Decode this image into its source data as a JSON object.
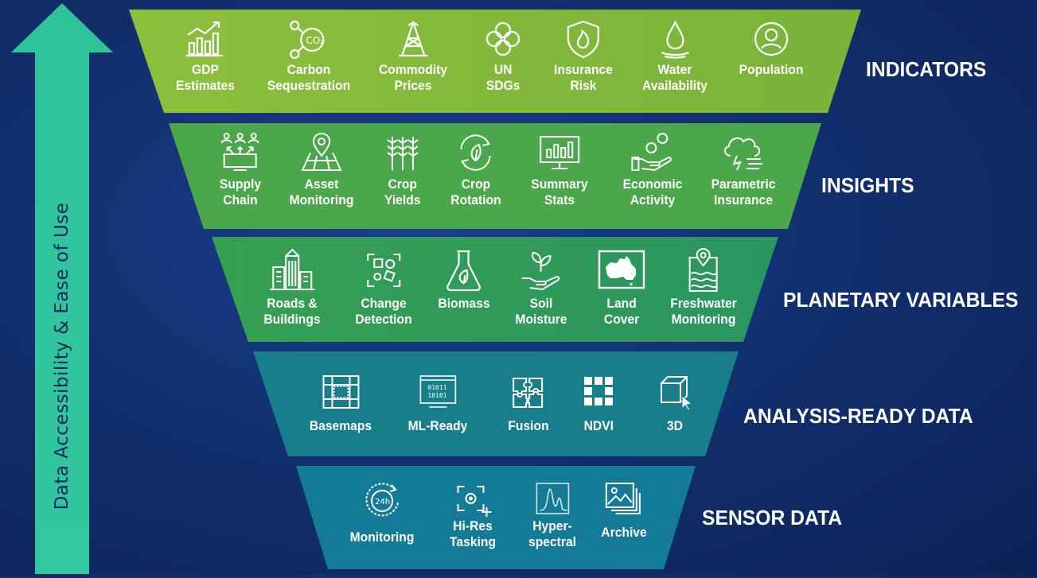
{
  "axis_label": "Data Accessibility & Ease of Use",
  "colors": {
    "indicators": "#7fb53a",
    "insights": "#4aa44a",
    "planetary": "#2f9a56",
    "analysis": "#167f88",
    "sensor": "#137b96",
    "arrow": "#2fc39a"
  },
  "tiers": [
    {
      "title": "INDICATORS",
      "items": [
        {
          "label": "GDP\nEstimates",
          "icon": "bar-chart-growth-icon"
        },
        {
          "label": "Carbon\nSequestration",
          "icon": "co2-molecule-icon"
        },
        {
          "label": "Commodity\nPrices",
          "icon": "oil-derrick-icon"
        },
        {
          "label": "UN\nSDGs",
          "icon": "sdg-wheel-icon"
        },
        {
          "label": "Insurance\nRisk",
          "icon": "shield-flame-icon"
        },
        {
          "label": "Water\nAvailability",
          "icon": "water-drop-icon"
        },
        {
          "label": "Population",
          "icon": "person-circle-icon"
        }
      ]
    },
    {
      "title": "INSIGHTS",
      "items": [
        {
          "label": "Supply\nChain",
          "icon": "supply-chain-icon"
        },
        {
          "label": "Asset\nMonitoring",
          "icon": "map-pin-icon"
        },
        {
          "label": "Crop\nYields",
          "icon": "wheat-icon"
        },
        {
          "label": "Crop\nRotation",
          "icon": "leaf-cycle-icon"
        },
        {
          "label": "Summary\nStats",
          "icon": "monitor-chart-icon"
        },
        {
          "label": "Economic\nActivity",
          "icon": "hand-coins-icon"
        },
        {
          "label": "Parametric\nInsurance",
          "icon": "storm-cloud-icon"
        }
      ]
    },
    {
      "title": "PLANETARY VARIABLES",
      "items": [
        {
          "label": "Roads &\nBuildings",
          "icon": "buildings-icon"
        },
        {
          "label": "Change\nDetection",
          "icon": "change-detection-icon"
        },
        {
          "label": "Biomass",
          "icon": "flask-leaf-icon"
        },
        {
          "label": "Soil\nMoisture",
          "icon": "hand-plant-icon"
        },
        {
          "label": "Land\nCover",
          "icon": "australia-map-icon"
        },
        {
          "label": "Freshwater\nMonitoring",
          "icon": "water-pin-icon"
        }
      ]
    },
    {
      "title": "ANALYSIS-READY DATA",
      "items": [
        {
          "label": "Basemaps",
          "icon": "grid-map-icon"
        },
        {
          "label": "ML-Ready",
          "icon": "binary-window-icon"
        },
        {
          "label": "Fusion",
          "icon": "puzzle-icon"
        },
        {
          "label": "NDVI",
          "icon": "ndvi-grid-icon"
        },
        {
          "label": "3D",
          "icon": "cube-cursor-icon"
        }
      ]
    },
    {
      "title": "SENSOR DATA",
      "items": [
        {
          "label": "Monitoring",
          "icon": "clock-24h-icon"
        },
        {
          "label": "Hi-Res\nTasking",
          "icon": "target-frame-icon"
        },
        {
          "label": "Hyper-\nspectral",
          "icon": "spectrum-icon"
        },
        {
          "label": "Archive",
          "icon": "image-stack-icon"
        }
      ]
    }
  ]
}
